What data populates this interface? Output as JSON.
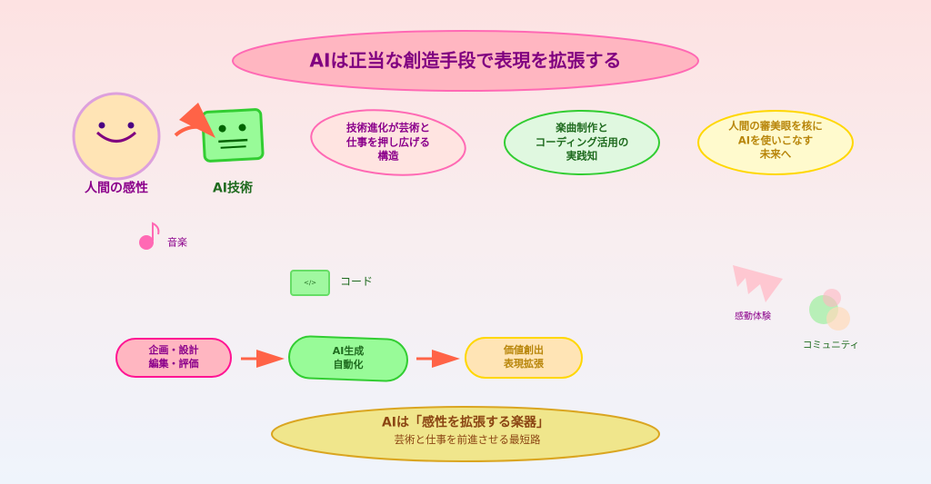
{
  "title": "AIは正当な創造手段で表現を拡張する",
  "human": {
    "label": "人間の感性"
  },
  "ai": {
    "label": "AI技術"
  },
  "concepts": [
    {
      "lines": [
        "技術進化が芸術と",
        "仕事を押し広げる",
        "構造"
      ]
    },
    {
      "lines": [
        "楽曲制作と",
        "コーディング活用の",
        "実践知"
      ]
    },
    {
      "lines": [
        "人間の審美眼を核に",
        "AIを使いこなす",
        "未来へ"
      ]
    }
  ],
  "music": {
    "label": "音楽"
  },
  "code": {
    "icon_text": "</>",
    "label": "コード"
  },
  "emotion": {
    "label": "感動体験"
  },
  "community": {
    "label": "コミュニティ"
  },
  "flow": [
    {
      "lines": [
        "企画・設計",
        "編集・評価"
      ]
    },
    {
      "lines": [
        "AI生成",
        "自動化"
      ]
    },
    {
      "lines": [
        "価値創出",
        "表現拡張"
      ]
    }
  ],
  "conclusion": {
    "headline": "AIは「感性を拡張する楽器」",
    "sub": "芸術と仕事を前進させる最短路"
  },
  "colors": {
    "purple": "#8b008b",
    "green": "#1f6b1f",
    "gold": "#b8860b",
    "brown": "#8b4513",
    "arrow": "#ff6347"
  }
}
